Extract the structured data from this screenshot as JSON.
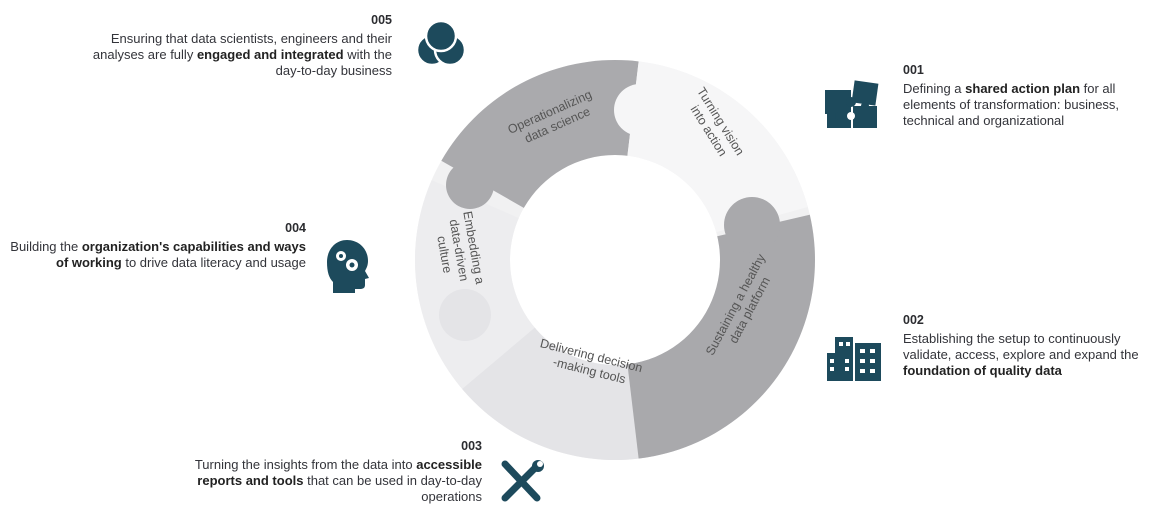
{
  "colors": {
    "icon": "#1d4a5c",
    "segment_dark": "#a8a8ab",
    "segment_light": "#f2f2f3",
    "segment_mid": "#e6e6e9",
    "segment_label": "#555555",
    "text": "#33343a"
  },
  "wheel": {
    "segments": [
      {
        "id": "001",
        "label_line1": "Turning vision",
        "label_line2": "into action"
      },
      {
        "id": "002",
        "label_line1": "Sustaining a healthy",
        "label_line2": "data platform"
      },
      {
        "id": "003",
        "label_line1": "Delivering decision",
        "label_line2": "-making tools"
      },
      {
        "id": "004",
        "label_line1": "Embedding a",
        "label_line2": "data-driven",
        "label_line3": "culture"
      },
      {
        "id": "005",
        "label_line1": "Operationalizing",
        "label_line2": "data science"
      }
    ]
  },
  "items": [
    {
      "num": "001",
      "icon": "puzzle-icon",
      "text_before": "Defining a ",
      "bold": "shared action plan",
      "text_after": " for all elements of transformation: business, technical and organizational"
    },
    {
      "num": "002",
      "icon": "buildings-icon",
      "text_before": "Establishing the setup to continuously validate, access, explore and expand the ",
      "bold": "foundation of quality data",
      "text_after": ""
    },
    {
      "num": "003",
      "icon": "tools-icon",
      "text_before": "Turning the insights from the data into ",
      "bold": "accessible reports and tools",
      "text_after": " that can be used in day-to-day operations"
    },
    {
      "num": "004",
      "icon": "head-gears-icon",
      "text_before": "Building the ",
      "bold": "organization's capabilities and ways of working",
      "text_after": " to drive data literacy and usage"
    },
    {
      "num": "005",
      "icon": "venn-icon",
      "text_before": "Ensuring that data scientists, engineers and their analyses are fully ",
      "bold": "engaged and integrated",
      "text_after": " with the day-to-day business"
    }
  ]
}
